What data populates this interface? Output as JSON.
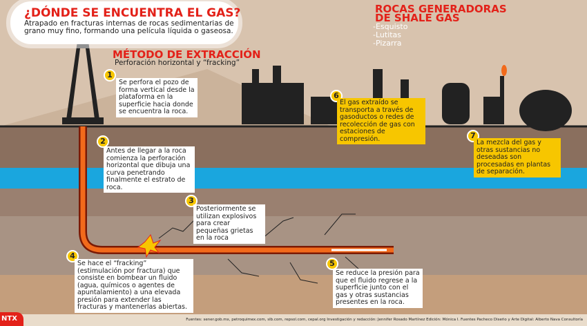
{
  "cloud": {
    "title": "¿DÓNDE SE ENCUENTRA EL GAS?",
    "text": "Atrapado en fracturas internas de rocas sedimentarias de grano muy fino, formando una película líquida o gaseosa."
  },
  "method": {
    "title": "MÉTODO DE EXTRACCIÓN",
    "subtitle": "Perforación horizontal y “fracking”"
  },
  "rocks": {
    "title_line1": "ROCAS GENERADORAS",
    "title_line2": "DE SHALE GAS",
    "items": [
      "-Esquisto",
      "-Lutitas",
      "-Pizarra"
    ]
  },
  "steps": [
    {
      "n": "1",
      "text": "Se perfora el pozo de forma vertical desde la plataforma en la superficie hacia donde se encuentra la roca."
    },
    {
      "n": "2",
      "text": "Antes de llegar a la roca comienza la perforación horizontal que dibuja una curva penetrando finalmente el estrato de roca."
    },
    {
      "n": "3",
      "text": "Posteriormente se utilizan explosivos para crear pequeñas grietas en la roca"
    },
    {
      "n": "4",
      "text": "Se hace el “fracking” (estimulación por fractura) que consiste en bombear un fluido (agua, químicos o agentes de apuntalamiento) a una elevada presión para extender las fracturas y mantenerlas abiertas."
    },
    {
      "n": "5",
      "text": "Se reduce la presión para que el fluido regrese a la superficie junto con el gas y otras sustancias presentes en la roca."
    },
    {
      "n": "6",
      "text": "El gas extraído se transporta a través de gasoductos o redes de recolección de gas con estaciones de compresión."
    },
    {
      "n": "7",
      "text": "La mezcla del gas y otras sustancias no deseadas son procesadas en plantas de separación."
    }
  ],
  "footer": "Fuentes: sener.gob.mx, petroquimex.com, slb.com, repsol.com, cepal.org  Investigación y redacción: Jennifer Rosado Martínez  Edición: Mónica I. Fuentes Pacheco  Diseño y Arte Digital: Alberto Nava Consultoría",
  "logo": "NTX"
}
